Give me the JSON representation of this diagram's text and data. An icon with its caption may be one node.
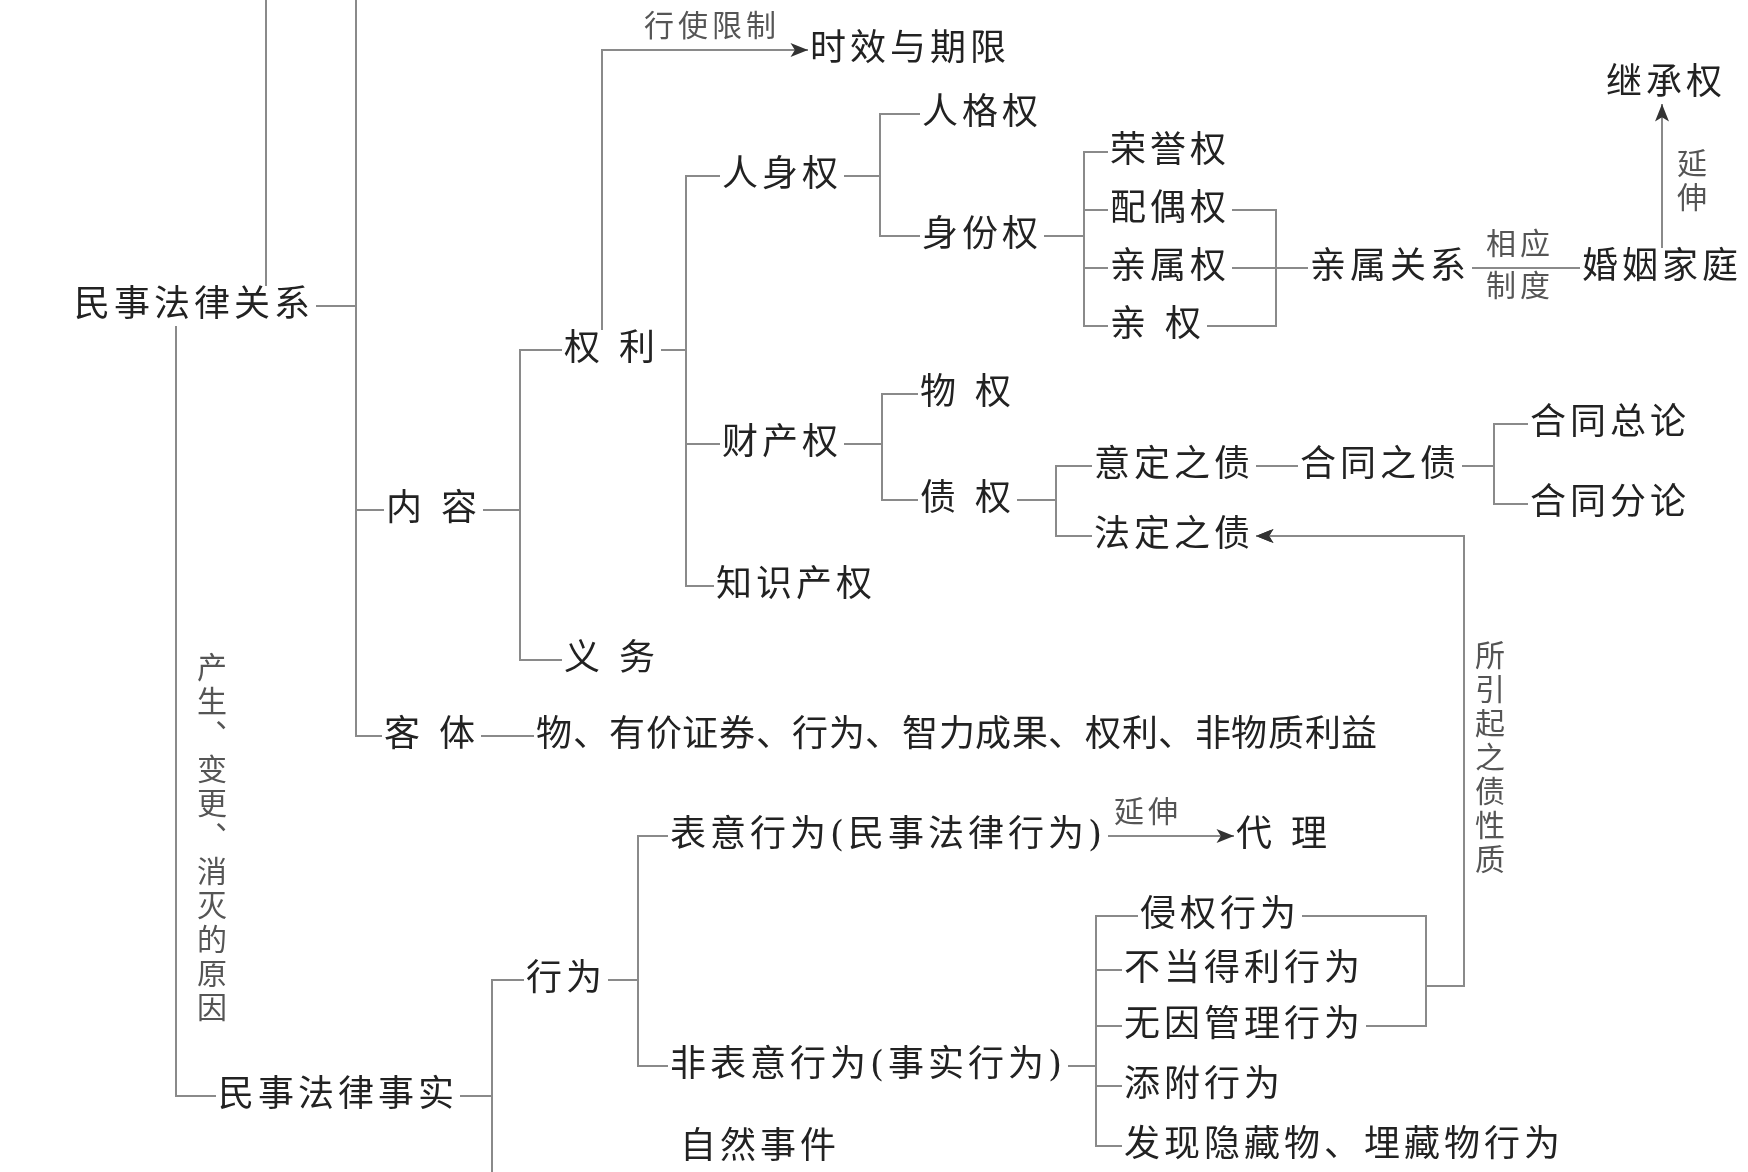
{
  "diagram": {
    "nodes": [
      {
        "text": [
          "民事法律关系"
        ]
      },
      {
        "text": [
          "内 容"
        ]
      },
      {
        "text": [
          "权 利"
        ]
      },
      {
        "text": [
          "时效与期限"
        ]
      },
      {
        "text": [
          "人身权"
        ]
      },
      {
        "text": [
          "人格权"
        ]
      },
      {
        "text": [
          "身份权"
        ]
      },
      {
        "text": [
          "荣誉权"
        ]
      },
      {
        "text": [
          "配偶权"
        ]
      },
      {
        "text": [
          "亲属权"
        ]
      },
      {
        "text": [
          "亲 权"
        ]
      },
      {
        "text": [
          "亲属关系"
        ]
      },
      {
        "text": [
          "婚姻家庭"
        ]
      },
      {
        "text": [
          "继承权"
        ]
      },
      {
        "text": [
          "财产权"
        ]
      },
      {
        "text": [
          "物 权"
        ]
      },
      {
        "text": [
          "债 权"
        ]
      },
      {
        "text": [
          "意定之债"
        ]
      },
      {
        "text": [
          "合同之债"
        ]
      },
      {
        "text": [
          "合同总论"
        ]
      },
      {
        "text": [
          "合同分论"
        ]
      },
      {
        "text": [
          "法定之债"
        ]
      },
      {
        "text": [
          "知识产权"
        ]
      },
      {
        "text": [
          "义 务"
        ]
      },
      {
        "text": [
          "客 体"
        ]
      },
      {
        "text": [
          "物、有价证券、行为、智力成果、权利、非物质利益"
        ]
      },
      {
        "text": [
          "民事法律事实"
        ]
      },
      {
        "text": [
          "行为"
        ]
      },
      {
        "text": [
          "表意行为(民事法律行为)"
        ]
      },
      {
        "text": [
          "代 理"
        ]
      },
      {
        "text": [
          "非表意行为(事实行为)"
        ]
      },
      {
        "text": [
          "侵权行为"
        ]
      },
      {
        "text": [
          "不当得利行为"
        ]
      },
      {
        "text": [
          "无因管理行为"
        ]
      },
      {
        "text": [
          "添附行为"
        ]
      },
      {
        "text": [
          "发现隐藏物、埋藏物行为"
        ]
      },
      {
        "text": [
          "自然事件"
        ]
      }
    ],
    "edges": [
      {
        "from": null,
        "to": 0,
        "arrow": "none"
      },
      {
        "from": 0,
        "to": null,
        "arrow": "none"
      },
      {
        "from": 0,
        "to": 1,
        "arrow": "none"
      },
      {
        "from": 0,
        "to": 24,
        "arrow": "none"
      },
      {
        "from": 0,
        "to": 26,
        "arrow": "none",
        "label": "产生、变更、消灭的原因"
      },
      {
        "from": 1,
        "to": 2,
        "arrow": "none"
      },
      {
        "from": 1,
        "to": 23,
        "arrow": "none"
      },
      {
        "from": 2,
        "to": 3,
        "arrow": "to",
        "label": "行使限制"
      },
      {
        "from": 2,
        "to": 4,
        "arrow": "none"
      },
      {
        "from": 2,
        "to": 14,
        "arrow": "none"
      },
      {
        "from": 2,
        "to": 22,
        "arrow": "none"
      },
      {
        "from": 4,
        "to": 5,
        "arrow": "none"
      },
      {
        "from": 4,
        "to": 6,
        "arrow": "none"
      },
      {
        "from": 6,
        "to": 7,
        "arrow": "none"
      },
      {
        "from": 6,
        "to": 8,
        "arrow": "none"
      },
      {
        "from": 6,
        "to": 9,
        "arrow": "none"
      },
      {
        "from": 6,
        "to": 10,
        "arrow": "none"
      },
      {
        "from": 8,
        "to": 11,
        "arrow": "none"
      },
      {
        "from": 9,
        "to": 11,
        "arrow": "none"
      },
      {
        "from": 10,
        "to": 11,
        "arrow": "none"
      },
      {
        "from": 11,
        "to": 12,
        "arrow": "none",
        "label": "相应制度"
      },
      {
        "from": 12,
        "to": 13,
        "arrow": "to",
        "label": "延伸"
      },
      {
        "from": 14,
        "to": 15,
        "arrow": "none"
      },
      {
        "from": 14,
        "to": 16,
        "arrow": "none"
      },
      {
        "from": 16,
        "to": 17,
        "arrow": "none"
      },
      {
        "from": 16,
        "to": 21,
        "arrow": "none"
      },
      {
        "from": 17,
        "to": 18,
        "arrow": "none"
      },
      {
        "from": 18,
        "to": 19,
        "arrow": "none"
      },
      {
        "from": 18,
        "to": 20,
        "arrow": "none"
      },
      {
        "from": 24,
        "to": 25,
        "arrow": "none"
      },
      {
        "from": 26,
        "to": 27,
        "arrow": "none"
      },
      {
        "from": 26,
        "to": null,
        "arrow": "none"
      },
      {
        "from": 27,
        "to": 28,
        "arrow": "none"
      },
      {
        "from": 27,
        "to": 30,
        "arrow": "none"
      },
      {
        "from": 28,
        "to": 29,
        "arrow": "to",
        "label": "延伸"
      },
      {
        "from": 30,
        "to": 31,
        "arrow": "none"
      },
      {
        "from": 30,
        "to": 32,
        "arrow": "none"
      },
      {
        "from": 30,
        "to": 33,
        "arrow": "none"
      },
      {
        "from": 30,
        "to": 34,
        "arrow": "none"
      },
      {
        "from": 30,
        "to": 35,
        "arrow": "none"
      },
      {
        "from": 31,
        "to": 21,
        "arrow": "to",
        "label": "所引起之债性质"
      },
      {
        "from": 33,
        "to": 21,
        "arrow": "to"
      }
    ]
  }
}
